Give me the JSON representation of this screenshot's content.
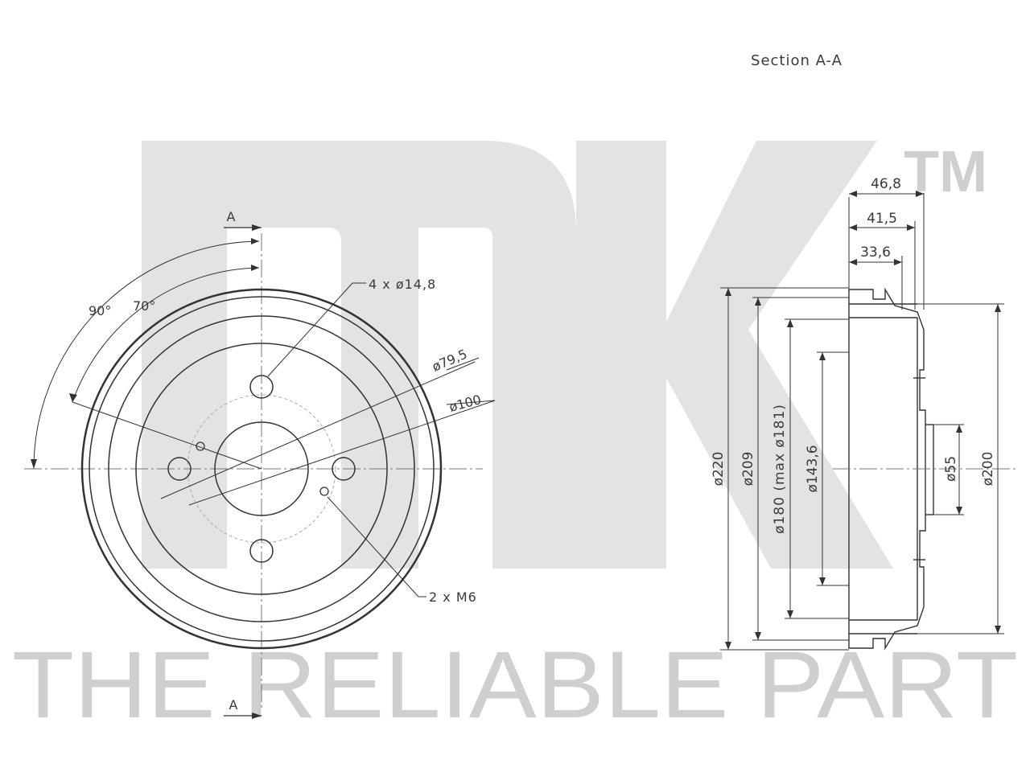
{
  "watermark": {
    "logo_text": "NK",
    "trademark": "TM",
    "tagline": "THE RELIABLE PART"
  },
  "front_view": {
    "section_marker_top": "A",
    "section_marker_bottom": "A",
    "angle_outer": "90°",
    "angle_inner": "70°",
    "bolt_holes": "4 x ø14,8",
    "pcd": "ø79,5",
    "pilot_circle": "ø100",
    "threaded_holes": "2 x M6"
  },
  "section_view": {
    "title": "Section A-A",
    "width_total": "46,8",
    "width_mid": "41,5",
    "width_inner": "33,6",
    "dia_outer": "ø220",
    "dia_drum": "ø209",
    "dia_braking": "ø180 (max ø181)",
    "dia_flange": "ø143,6",
    "dia_hub": "ø55",
    "dia_right": "ø200"
  }
}
